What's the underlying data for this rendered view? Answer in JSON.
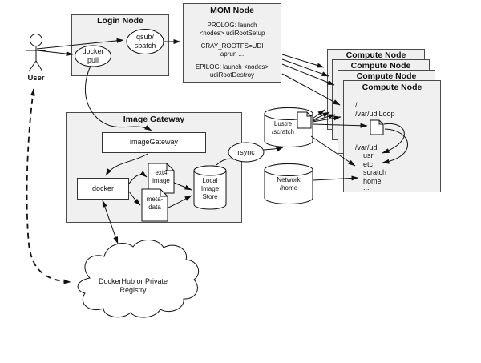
{
  "user": {
    "label": "User"
  },
  "login_node": {
    "title": "Login Node",
    "qsub": "qsub/\nsbatch",
    "docker_pull": "docker\npull"
  },
  "mom_node": {
    "title": "MOM Node",
    "prolog": "PROLOG: launch\n<nodes> udiRootSetup",
    "cray_rootfs": "CRAY_ROOTFS=UDI\naprun ...",
    "epilog": "EPILOG: launch <nodes>\nudiRootDestroy"
  },
  "compute_nodes": {
    "title": "Compute Node",
    "count": 4,
    "fs_root": "/\n/var/udiLoop",
    "fs_udi": "/var/udi",
    "fs_entries": [
      "usr",
      "etc",
      "scratch",
      "home",
      "..."
    ]
  },
  "image_gateway": {
    "title": "Image Gateway",
    "service": "imageGateway",
    "docker": "docker",
    "ext4_image": "ext4\nimage",
    "metadata": "meta-\ndata",
    "local_image_store": "Local\nImage\nStore"
  },
  "rsync": {
    "label": "rsync"
  },
  "storage": {
    "lustre": "Lustre\n/scratch",
    "network_home": "Network\n/home"
  },
  "registry_cloud": {
    "label": "DockerHub or Private\nRegistry"
  },
  "colors": {
    "background": "#ffffff",
    "node_fill": "#f0f0f0",
    "node_border": "#4a4a4a",
    "shape_fill": "#ffffff",
    "line": "#1a1a1a"
  }
}
